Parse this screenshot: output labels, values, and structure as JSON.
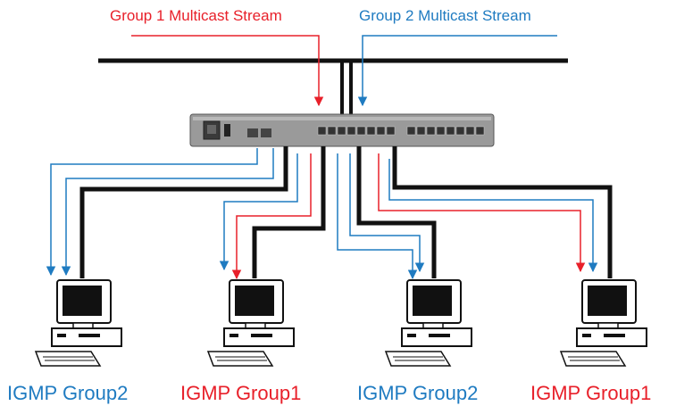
{
  "streams": {
    "group1": {
      "label": "Group 1 Multicast Stream",
      "color": "#e8202a"
    },
    "group2": {
      "label": "Group 2 Multicast Stream",
      "color": "#1f7bc1"
    }
  },
  "hosts": [
    {
      "label": "IGMP Group2",
      "color": "#1f7bc1"
    },
    {
      "label": "IGMP Group1",
      "color": "#e8202a"
    },
    {
      "label": "IGMP Group2",
      "color": "#1f7bc1"
    },
    {
      "label": "IGMP Group1",
      "color": "#e8202a"
    }
  ],
  "cable_color": "#111111",
  "switch_color": "#9a9a9a"
}
